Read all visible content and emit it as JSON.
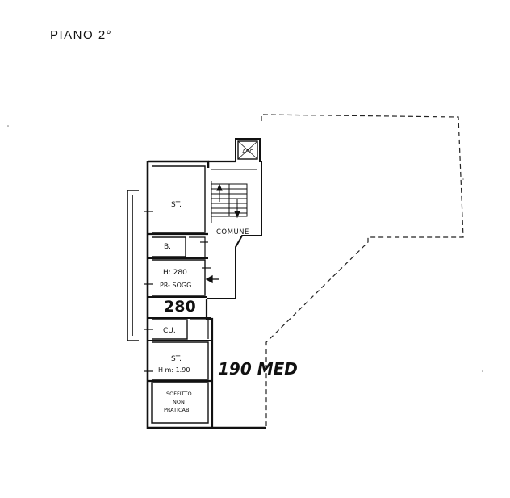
{
  "title": "PIANO  2°",
  "rooms": {
    "st_top": "ST.",
    "bath": "B.",
    "hall_height": "H: 280",
    "hall_name": "PR- SOGG.",
    "kitchen": "CU.",
    "st_bottom": "ST.",
    "st_bottom_height": "H m: 1.90",
    "attic_1": "SOFFITTO",
    "attic_2": "NON",
    "attic_3": "PRATICAB."
  },
  "common": "COMUNE",
  "lift": "ASC",
  "handwritten": {
    "h280": "280",
    "h190": "190 MED"
  }
}
